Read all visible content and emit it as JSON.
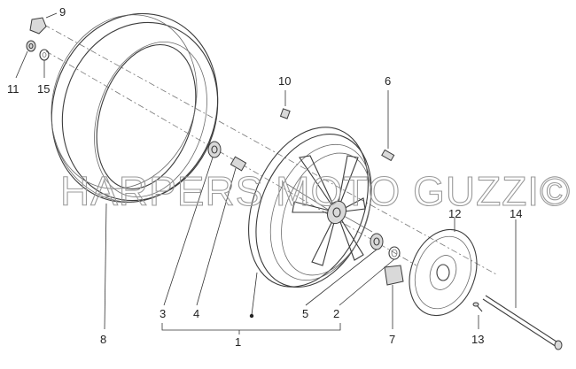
{
  "watermark": "HARPERS MOTO GUZZI©",
  "callouts": {
    "c1": "1",
    "c2": "2",
    "c3": "3",
    "c4": "4",
    "c5": "5",
    "c6": "6",
    "c7": "7",
    "c8": "8",
    "c9": "9",
    "c10": "10",
    "c11": "11",
    "c12": "12",
    "c13": "13",
    "c14": "14",
    "c15": "15"
  }
}
